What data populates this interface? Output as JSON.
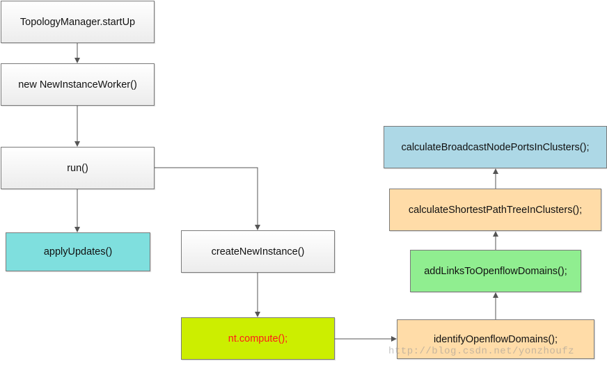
{
  "nodes": {
    "startup": "TopologyManager.startUp",
    "new_worker": "new NewInstanceWorker()",
    "run": "run()",
    "apply_updates": "applyUpdates()",
    "create_new_instance": "createNewInstance()",
    "compute": "nt.compute();",
    "identify_domains": "identifyOpenflowDomains();",
    "add_links": "addLinksToOpenflowDomains();",
    "shortest_path": "calculateShortestPathTreeInClusters();",
    "broadcast_ports": "calculateBroadcastNodePortsInClusters();"
  },
  "colors": {
    "gray_node": "#ececec",
    "apply_updates": "#7fdfde",
    "compute_fill": "#ccee00",
    "compute_text": "#ff1a1a",
    "identify_fill": "#ffdca8",
    "add_links_fill": "#90ee90",
    "shortest_path_fill": "#ffdca8",
    "broadcast_fill": "#add8e6",
    "edge": "#555555"
  },
  "watermark": "http://blog.csdn.net/yonzhoufz"
}
